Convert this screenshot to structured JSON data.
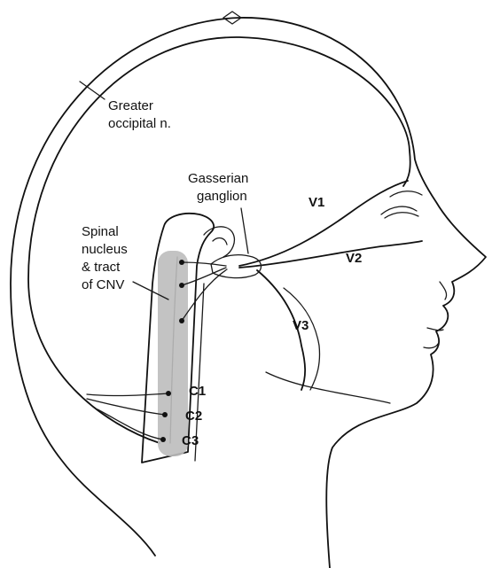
{
  "labels": {
    "greater_occipital": [
      "Greater",
      "occipital n."
    ],
    "gasserian": [
      "Gasserian",
      "ganglion"
    ],
    "spinal": [
      "Spinal",
      "nucleus",
      "& tract",
      "of CNV"
    ],
    "v1": "V1",
    "v2": "V2",
    "v3": "V3",
    "c1": "C1",
    "c2": "C2",
    "c3": "C3"
  },
  "colors": {
    "line": "#111111",
    "tract_highlight": "#bdbdbd",
    "background": "#ffffff"
  }
}
